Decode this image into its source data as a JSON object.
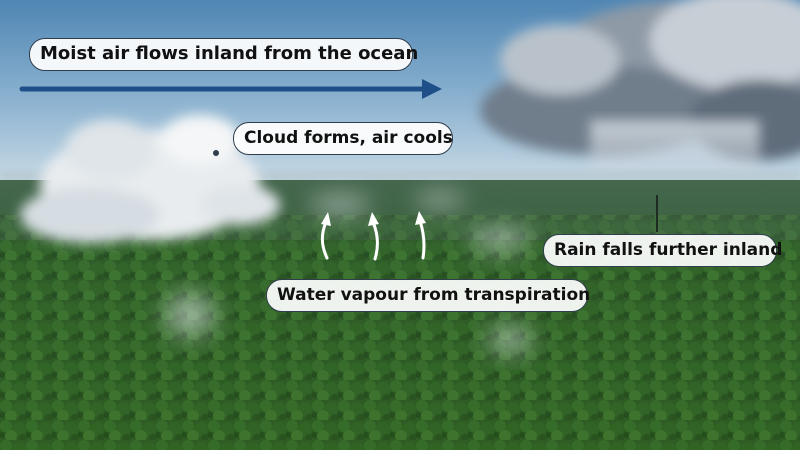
{
  "labels": {
    "moist_air": "Moist air flows inland from the ocean",
    "cloud": "Cloud forms, air cools",
    "rain": "Rain falls further inland",
    "vapour": "Water vapour from transpiration"
  },
  "icons": {
    "wind": "arrow-right-icon",
    "vapour": "curved-arrow-up-icon"
  },
  "colors": {
    "wind_arrow": "#1f4f88",
    "label_border": "#2f3d4c",
    "label_text": "#111111",
    "vapour_arrow": "#ffffff"
  }
}
